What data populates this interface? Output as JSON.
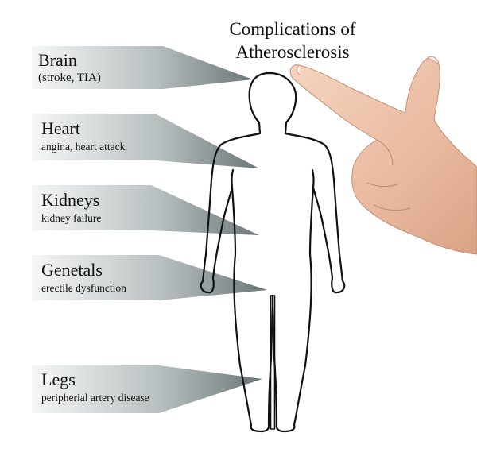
{
  "title_line1": "Complications of",
  "title_line2": "Atherosclerosis",
  "callouts": [
    {
      "name": "Brain",
      "desc": "(stroke, TIA)"
    },
    {
      "name": "Heart",
      "desc": "angina, heart attack"
    },
    {
      "name": "Kidneys",
      "desc": "kidney failure"
    },
    {
      "name": "Genetals",
      "desc": "erectile dysfunction"
    },
    {
      "name": "Legs",
      "desc": "peripherial artery disease"
    }
  ],
  "colors": {
    "wedge_dark": "#6f7a7b",
    "wedge_light": "#f4f5f5",
    "outline": "#111111",
    "skin": "#efc6ad"
  },
  "icons": [
    "human-body-outline",
    "pointing-hand"
  ]
}
